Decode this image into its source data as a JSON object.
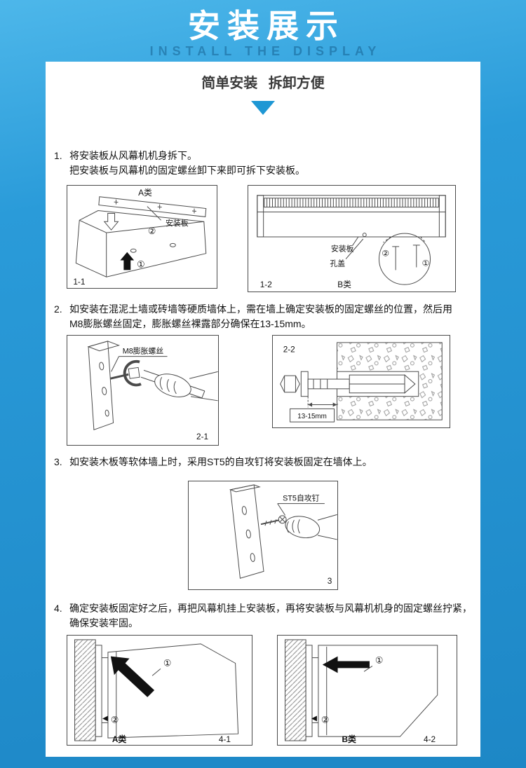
{
  "header": {
    "title": "安装展示",
    "subtitle": "INSTALL THE DISPLAY",
    "tagline": "简单安装 拆卸方便"
  },
  "steps": [
    {
      "number": "1.",
      "line1": "将安装板从风幕机机身拆下。",
      "line2": "把安装板与风幕机的固定螺丝卸下来即可拆下安装板。"
    },
    {
      "number": "2.",
      "line1": "如安装在混泥土墙或砖墙等硬质墙体上，需在墙上确定安装板的固定螺丝的位置，然后用",
      "line2": "M8膨胀螺丝固定，膨胀螺丝裸露部分确保在13-15mm。"
    },
    {
      "number": "3.",
      "line1": "如安装木板等软体墙上时，采用ST5的自攻钉将安装板固定在墙体上。",
      "line2": ""
    },
    {
      "number": "4.",
      "line1": "确定安装板固定好之后，再把风幕机挂上安装板，再将安装板与风幕机机身的固定螺丝拧紧，",
      "line2": "确保安装牢固。"
    }
  ],
  "diagrams": {
    "fig11": {
      "label": "1-1",
      "type": "A类",
      "part": "安装板",
      "m1": "①",
      "m2": "②"
    },
    "fig12": {
      "label": "1-2",
      "type": "B类",
      "part": "安装板",
      "cover": "孔盖",
      "m1": "①",
      "m2": "②"
    },
    "fig21": {
      "label": "2-1",
      "part": "M8膨胀螺丝"
    },
    "fig22": {
      "label": "2-2",
      "dim": "13-15mm"
    },
    "fig3": {
      "label": "3",
      "part": "ST5自攻钉"
    },
    "fig41": {
      "label": "4-1",
      "type": "A类",
      "m1": "①",
      "m2": "②"
    },
    "fig42": {
      "label": "4-2",
      "type": "B类",
      "m1": "①",
      "m2": "②"
    }
  },
  "colors": {
    "header_gradient_top": "#4db7ea",
    "header_gradient_bottom": "#1d87c6",
    "accent_blue": "#1e97d4",
    "line": "#4a4a4a"
  }
}
